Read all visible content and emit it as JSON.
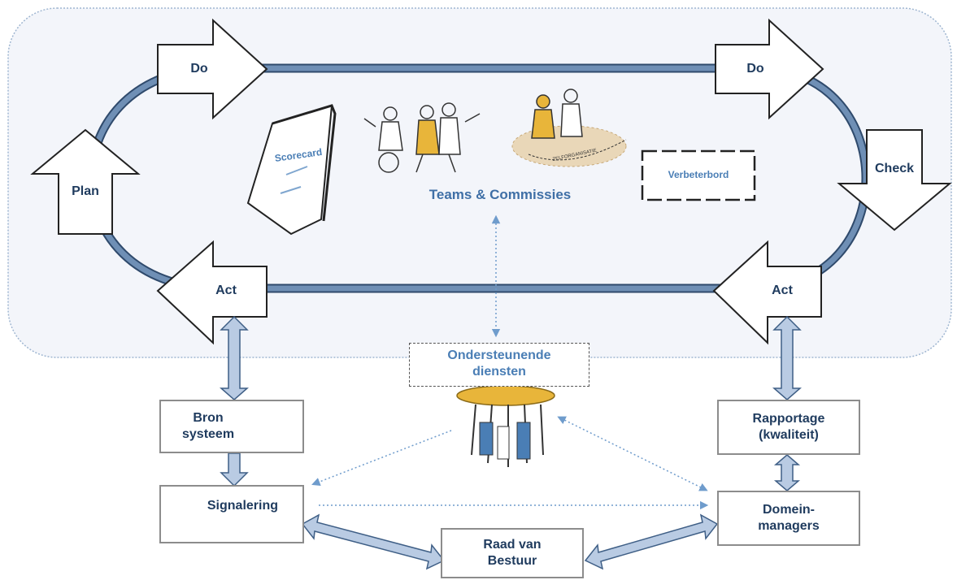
{
  "cycle": {
    "do_left": "Do",
    "do_right": "Do",
    "plan": "Plan",
    "check": "Check",
    "act_left": "Act",
    "act_right": "Act"
  },
  "center": {
    "scorecard": "Scorecard",
    "teams": "Teams & Commissies",
    "verbeterbord": "Verbeterbord",
    "zelforganisatie": "ZELFORGANISATIE"
  },
  "support": {
    "line1": "Ondersteunende",
    "line2": "diensten"
  },
  "boxes": {
    "bron_line1": "Bron",
    "bron_line2": "systeem",
    "signalering": "Signalering",
    "raad_line1": "Raad van",
    "raad_line2": "Bestuur",
    "rapportage_line1": "Rapportage",
    "rapportage_line2": "(kwaliteit)",
    "domein_line1": "Domein-",
    "domein_line2": "managers"
  },
  "colors": {
    "track": "#6f8fb5",
    "track_dark": "#3f5f86",
    "region_fill": "#f3f5fa",
    "region_border": "#9fb6d1",
    "connector_fill": "#b9cbe3",
    "dotted": "#6f9ccc",
    "text_dark": "#1f3b5e",
    "text_blue": "#3f6fa6",
    "gold": "#e8b53a"
  }
}
